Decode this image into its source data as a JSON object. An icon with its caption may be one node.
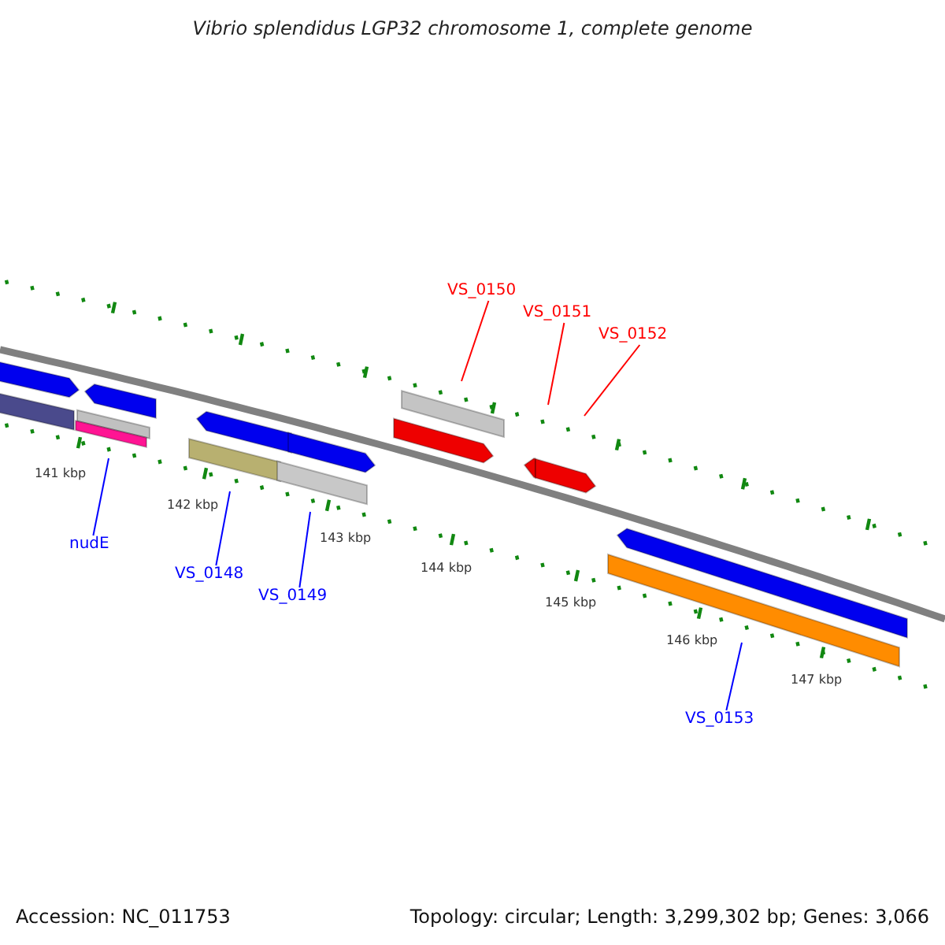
{
  "diagram": {
    "title": "Vibrio splendidus LGP32 chromosome 1, complete genome",
    "nodes": [
      {
        "text": [
          "nudE"
        ]
      },
      {
        "text": [
          "VS_0148"
        ]
      },
      {
        "text": [
          "VS_0149"
        ]
      },
      {
        "text": [
          "VS_0150"
        ]
      },
      {
        "text": [
          "VS_0151"
        ]
      },
      {
        "text": [
          "VS_0152"
        ]
      },
      {
        "text": [
          "VS_0153"
        ]
      }
    ],
    "edges": [
      {
        "from": 0,
        "to": null,
        "arrow": "none"
      },
      {
        "from": 1,
        "to": null,
        "arrow": "none"
      },
      {
        "from": 2,
        "to": null,
        "arrow": "none"
      },
      {
        "from": 3,
        "to": null,
        "arrow": "none",
        "color": "#ff0000"
      },
      {
        "from": 4,
        "to": null,
        "arrow": "none",
        "color": "#ff0000"
      },
      {
        "from": 5,
        "to": null,
        "arrow": "none",
        "color": "#ff0000"
      },
      {
        "from": 6,
        "to": null,
        "arrow": "none"
      }
    ],
    "labels": [
      "141 kbp",
      "142 kbp",
      "143 kbp",
      "144 kbp",
      "145 kbp",
      "146 kbp",
      "147 kbp",
      "Accession: NC_011753",
      "Topology: circular; Length: 3,299,302 bp; Genes: 3,066"
    ]
  }
}
